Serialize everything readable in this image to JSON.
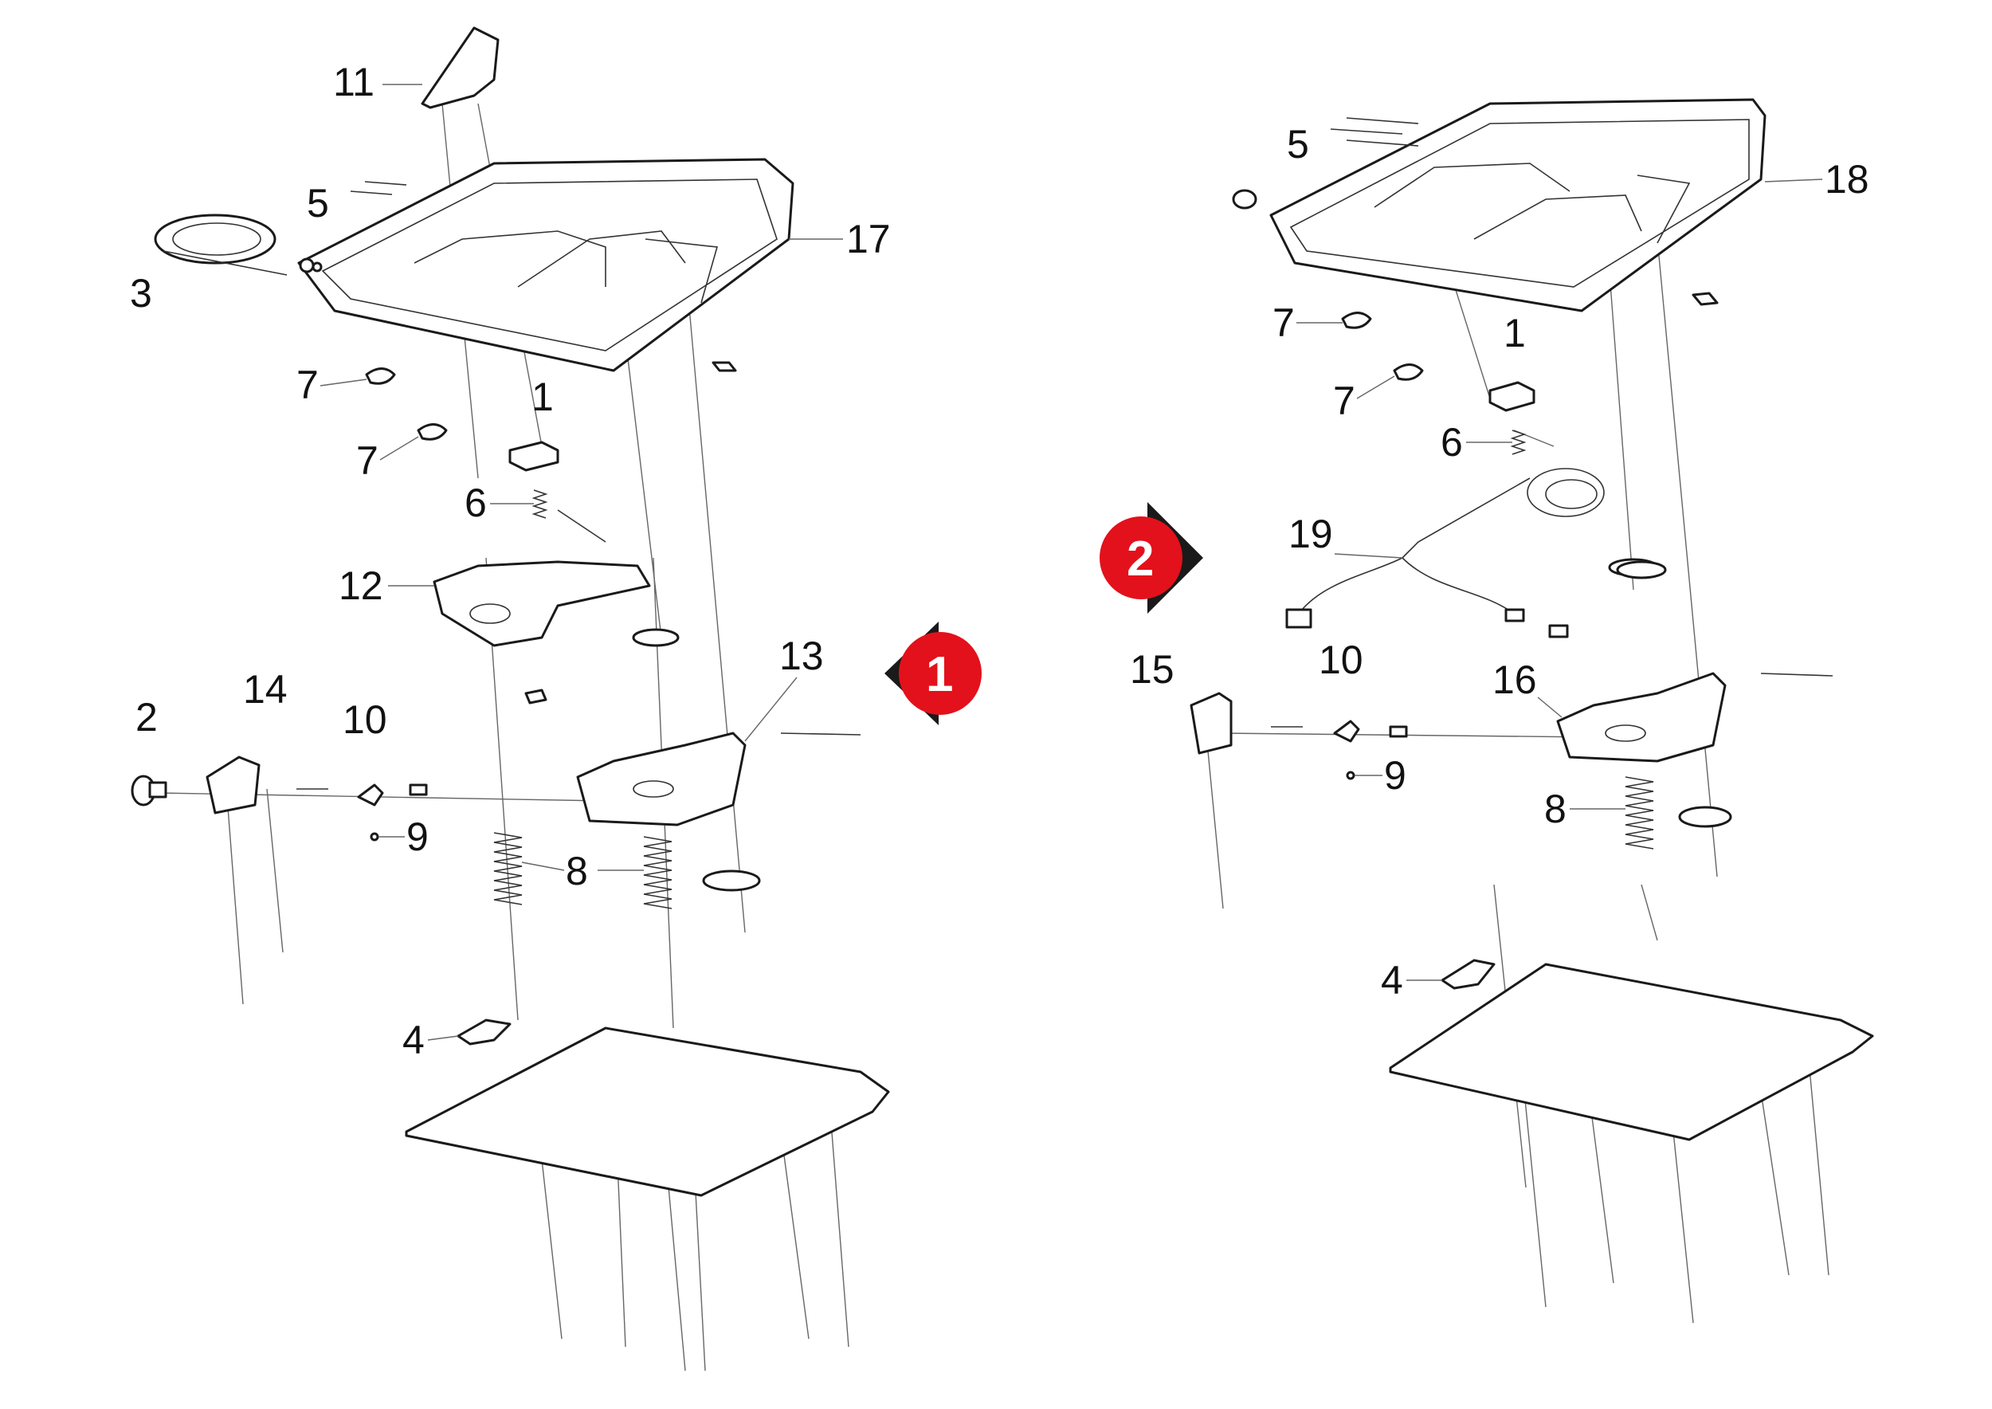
{
  "assembly_1": {
    "badge": "1",
    "labels": {
      "p11": "11",
      "p5": "5",
      "p3": "3",
      "p17": "17",
      "p7a": "7",
      "p7b": "7",
      "p1": "1",
      "p6": "6",
      "p12": "12",
      "p13": "13",
      "p2": "2",
      "p14": "14",
      "p10": "10",
      "p9": "9",
      "p8": "8",
      "p4": "4"
    }
  },
  "assembly_2": {
    "badge": "2",
    "labels": {
      "p5": "5",
      "p18": "18",
      "p7a": "7",
      "p7b": "7",
      "p1": "1",
      "p6": "6",
      "p19": "19",
      "p15": "15",
      "p10": "10",
      "p16": "16",
      "p9": "9",
      "p8": "8",
      "p4": "4"
    }
  },
  "colors": {
    "badge": "#e3111b",
    "badge_arrow": "#1a1a1a",
    "line": "#1a1a1a"
  }
}
